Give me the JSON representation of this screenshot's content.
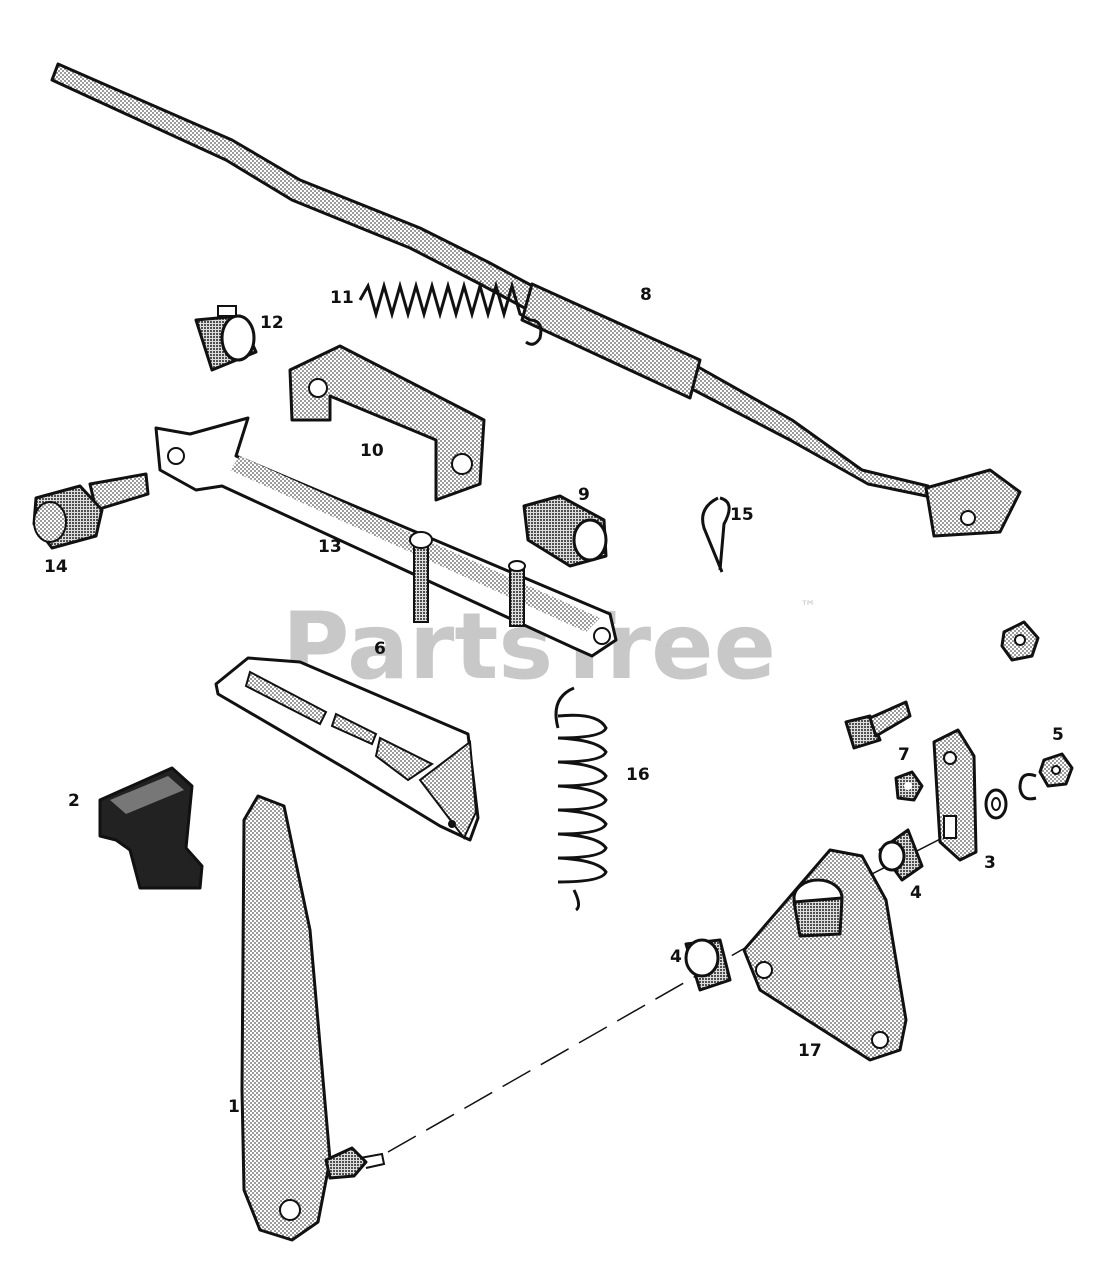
{
  "watermark": {
    "text": "PartsTree",
    "trademark": "™"
  },
  "parts": [
    {
      "id": "1",
      "label": "1"
    },
    {
      "id": "2",
      "label": "2"
    },
    {
      "id": "3",
      "label": "3"
    },
    {
      "id": "4a",
      "label": "4"
    },
    {
      "id": "4b",
      "label": "4"
    },
    {
      "id": "5",
      "label": "5"
    },
    {
      "id": "6",
      "label": "6"
    },
    {
      "id": "7",
      "label": "7"
    },
    {
      "id": "8",
      "label": "8"
    },
    {
      "id": "9",
      "label": "9"
    },
    {
      "id": "10",
      "label": "10"
    },
    {
      "id": "11",
      "label": "11"
    },
    {
      "id": "12",
      "label": "12"
    },
    {
      "id": "13",
      "label": "13"
    },
    {
      "id": "14",
      "label": "14"
    },
    {
      "id": "15",
      "label": "15"
    },
    {
      "id": "16",
      "label": "16"
    },
    {
      "id": "17",
      "label": "17"
    }
  ],
  "colors": {
    "ink": "#111111",
    "watermark": "#c8c8c8"
  }
}
